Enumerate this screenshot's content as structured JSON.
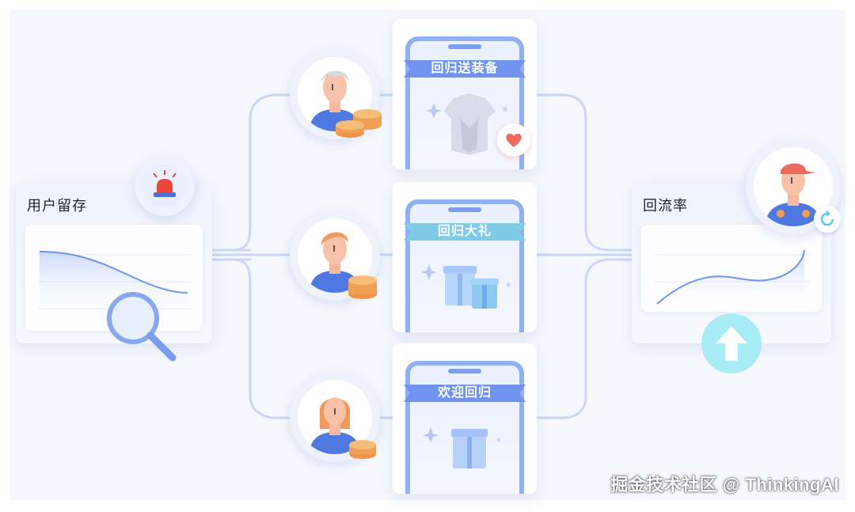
{
  "retention_card": {
    "title": "用户留存"
  },
  "return_rate_card": {
    "title": "回流率"
  },
  "offers": [
    {
      "label": "回归送装备"
    },
    {
      "label": "回归大礼"
    },
    {
      "label": "欢迎回归"
    }
  ],
  "watermark": "掘金技术社区 @ ThinkingAI",
  "colors": {
    "accent_blue": "#6f93ee",
    "line_blue": "#c9d6f6",
    "coin_orange": "#f0a055",
    "alarm_red": "#e8473c",
    "arrow_cyan": "#7ee0f2"
  }
}
